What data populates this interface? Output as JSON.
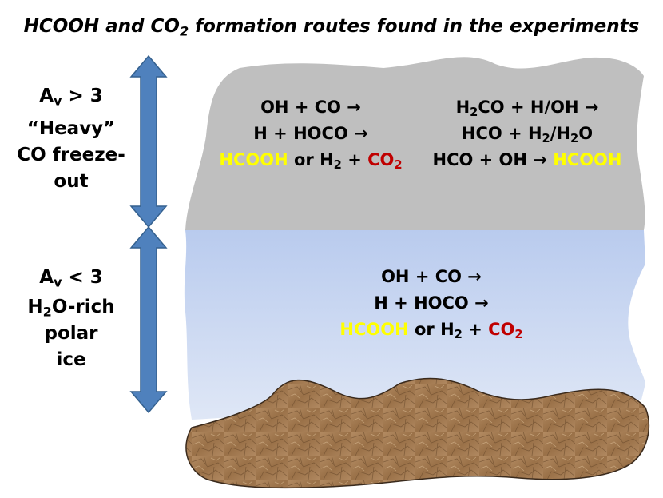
{
  "title": {
    "text": "HCOOH and CO",
    "sub": "2",
    "rest": " formation routes found in the experiments"
  },
  "high_extinction": {
    "av": {
      "a": "A",
      "sub": "v",
      "rest": " > 3"
    },
    "lines": [
      "“Heavy”",
      "CO freeze-",
      "out"
    ]
  },
  "low_extinction": {
    "av": {
      "a": "A",
      "sub": "v",
      "rest": " < 3"
    },
    "line1": {
      "a": "H",
      "sub": "2",
      "rest": "O-rich"
    },
    "lines": [
      "polar",
      "ice"
    ]
  },
  "route_co": {
    "line1": "OH + CO →",
    "line2": "H + HOCO →",
    "line3": {
      "product1": "HCOOH",
      "mid": " or H",
      "sub": "2",
      "plus": " + ",
      "co": "CO",
      "co_sub": "2"
    }
  },
  "route_h2co": {
    "line1": {
      "a": "H",
      "sub": "2",
      "rest": "CO + H/OH →"
    },
    "line2": {
      "a": "HCO + H",
      "sub1": "2",
      "mid": "/H",
      "sub2": "2",
      "rest": "O"
    },
    "line3": {
      "a": "HCO + OH → ",
      "product": "HCOOH"
    }
  },
  "colors": {
    "product_yellow": "#ffff00",
    "co2_red": "#c00000",
    "co_ice": "#bfbfbf",
    "polar_ice": "#c5d3ee",
    "arrow_blue": "#4f81bd",
    "grain": "#a07a55"
  },
  "icons": [
    "double-arrow-icon",
    "dust-grain-icon"
  ]
}
